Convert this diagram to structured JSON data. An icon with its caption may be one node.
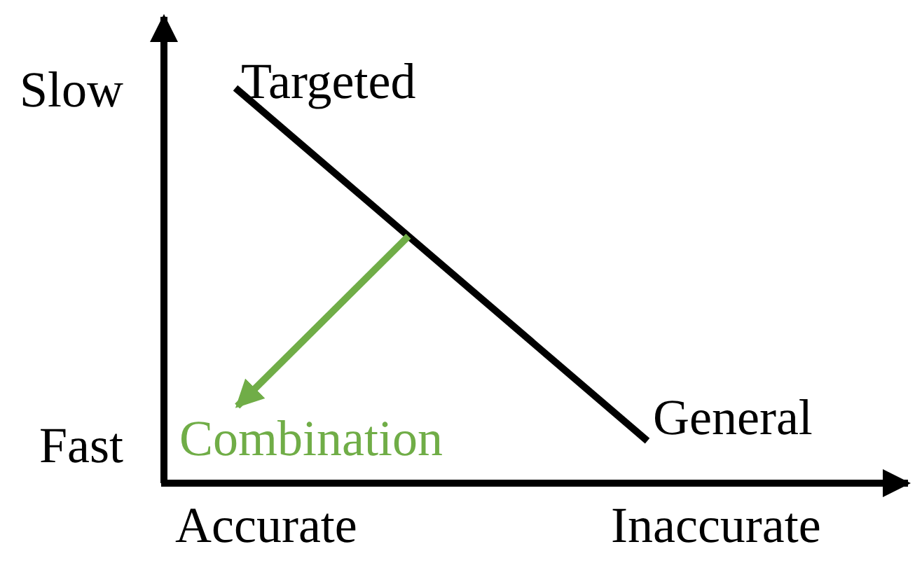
{
  "diagram": {
    "nodes": [
      {
        "text": [
          "Targeted"
        ]
      },
      {
        "text": [
          "General"
        ]
      },
      {
        "text": [
          "Combination"
        ]
      }
    ],
    "edges": [
      {
        "from": 0,
        "to": 1,
        "arrow": "none"
      },
      {
        "from": null,
        "to": 2,
        "arrow": "to",
        "color": "#70ad47"
      }
    ],
    "labels": [
      "Slow",
      "Fast",
      "Accurate",
      "Inaccurate"
    ]
  }
}
